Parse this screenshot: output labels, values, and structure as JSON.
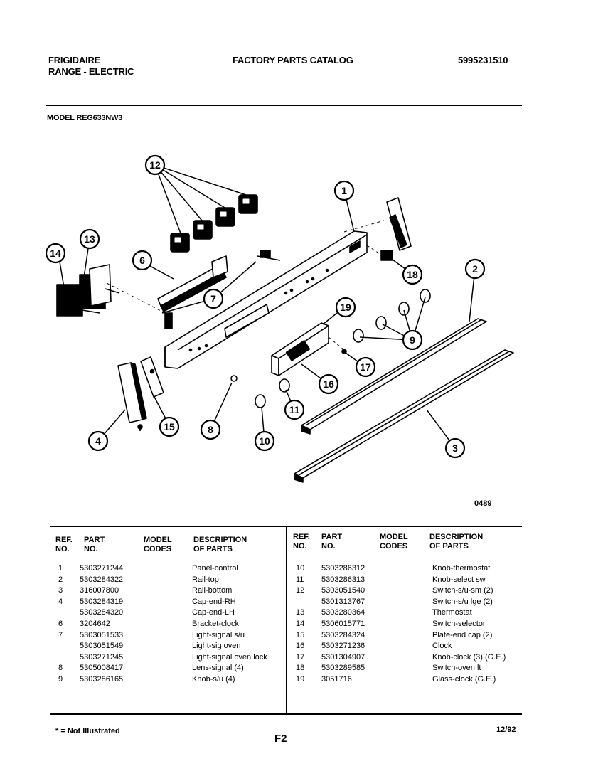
{
  "header": {
    "brand": "FRIGIDAIRE",
    "product": "RANGE - ELECTRIC",
    "catalog_title": "FACTORY PARTS CATALOG",
    "catalog_number": "5995231510",
    "model": "MODEL REG633NW3"
  },
  "diagram": {
    "drawing_code": "0489",
    "callouts": [
      "12",
      "1",
      "13",
      "14",
      "6",
      "18",
      "2",
      "7",
      "19",
      "9",
      "17",
      "16",
      "11",
      "4",
      "15",
      "8",
      "10",
      "3"
    ]
  },
  "table": {
    "headers": {
      "ref": [
        "REF.",
        "NO."
      ],
      "part": [
        "PART",
        "NO."
      ],
      "model": [
        "MODEL",
        "CODES"
      ],
      "desc": [
        "DESCRIPTION",
        "OF PARTS"
      ]
    },
    "left_rows": [
      {
        "ref": "1",
        "part": "5303271244",
        "desc": "Panel-control"
      },
      {
        "ref": "2",
        "part": "5303284322",
        "desc": "Rail-top"
      },
      {
        "ref": "3",
        "part": "316007800",
        "desc": "Rail-bottom"
      },
      {
        "ref": "4",
        "part": "5303284319",
        "desc": "Cap-end-RH"
      },
      {
        "ref": "",
        "part": "5303284320",
        "desc": "Cap-end-LH"
      },
      {
        "ref": "6",
        "part": "3204642",
        "desc": "Bracket-clock"
      },
      {
        "ref": "7",
        "part": "5303051533",
        "desc": "Light-signal s/u"
      },
      {
        "ref": "",
        "part": "5303051549",
        "desc": "Light-sig oven"
      },
      {
        "ref": "",
        "part": "5303271245",
        "desc": "Light-signal oven lock"
      },
      {
        "ref": "8",
        "part": "5305008417",
        "desc": "Lens-signal (4)"
      },
      {
        "ref": "9",
        "part": "5303286165",
        "desc": "Knob-s/u (4)"
      }
    ],
    "right_rows": [
      {
        "ref": "10",
        "part": "5303286312",
        "desc": "Knob-thermostat"
      },
      {
        "ref": "11",
        "part": "5303286313",
        "desc": "Knob-select sw"
      },
      {
        "ref": "12",
        "part": "5303051540",
        "desc": "Switch-s/u-sm (2)"
      },
      {
        "ref": "",
        "part": "5301313767",
        "desc": "Switch-s/u lge (2)"
      },
      {
        "ref": "13",
        "part": "5303280364",
        "desc": "Thermostat"
      },
      {
        "ref": "14",
        "part": "5306015771",
        "desc": "Switch-selector"
      },
      {
        "ref": "15",
        "part": "5303284324",
        "desc": "Plate-end cap (2)"
      },
      {
        "ref": "16",
        "part": "5303271236",
        "desc": "Clock"
      },
      {
        "ref": "17",
        "part": "5301304907",
        "desc": "Knob-clock (3) (G.E.)"
      },
      {
        "ref": "18",
        "part": "5303289585",
        "desc": "Switch-oven lt"
      },
      {
        "ref": "19",
        "part": "3051716",
        "desc": "Glass-clock (G.E.)"
      }
    ]
  },
  "footer": {
    "note": "* = Not Illustrated",
    "page": "F2",
    "date": "12/92"
  }
}
